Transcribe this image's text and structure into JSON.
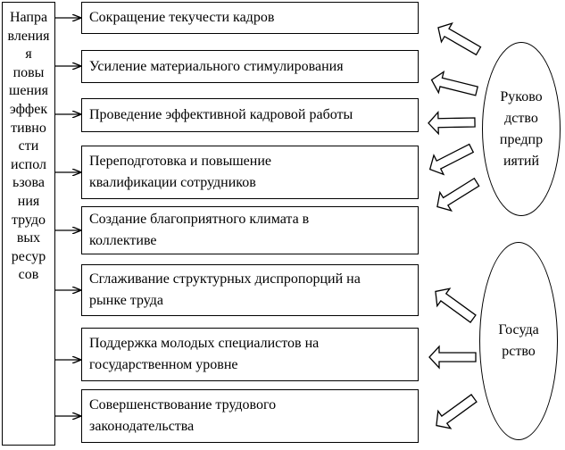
{
  "left": {
    "lines": [
      "Напра",
      "вления",
      "я",
      "повы",
      "шения",
      "эффек",
      "тивно",
      "сти",
      "испол",
      "ьзова",
      "ния",
      "трудо",
      "вых",
      "ресур",
      "сов"
    ]
  },
  "items": [
    {
      "lines": [
        "Сокращение текучести кадров"
      ]
    },
    {
      "lines": [
        "Усиление материального стимулирования"
      ]
    },
    {
      "lines": [
        "Проведение эффективной кадровой работы"
      ]
    },
    {
      "lines": [
        "Переподготовка и повышение",
        "квалификации сотрудников"
      ]
    },
    {
      "lines": [
        "Создание благоприятного климата в",
        "коллективе"
      ]
    },
    {
      "lines": [
        "Сглаживание структурных диспропорций на",
        "рынке труда"
      ]
    },
    {
      "lines": [
        "Поддержка молодых специалистов на",
        "государственном уровне"
      ]
    },
    {
      "lines": [
        "Совершенствование трудового",
        "законодательства"
      ]
    }
  ],
  "sources": [
    {
      "lines": [
        "Руково",
        "дство",
        "предпр",
        "иятий"
      ]
    },
    {
      "lines": [
        "Госуда",
        "рство"
      ]
    }
  ]
}
